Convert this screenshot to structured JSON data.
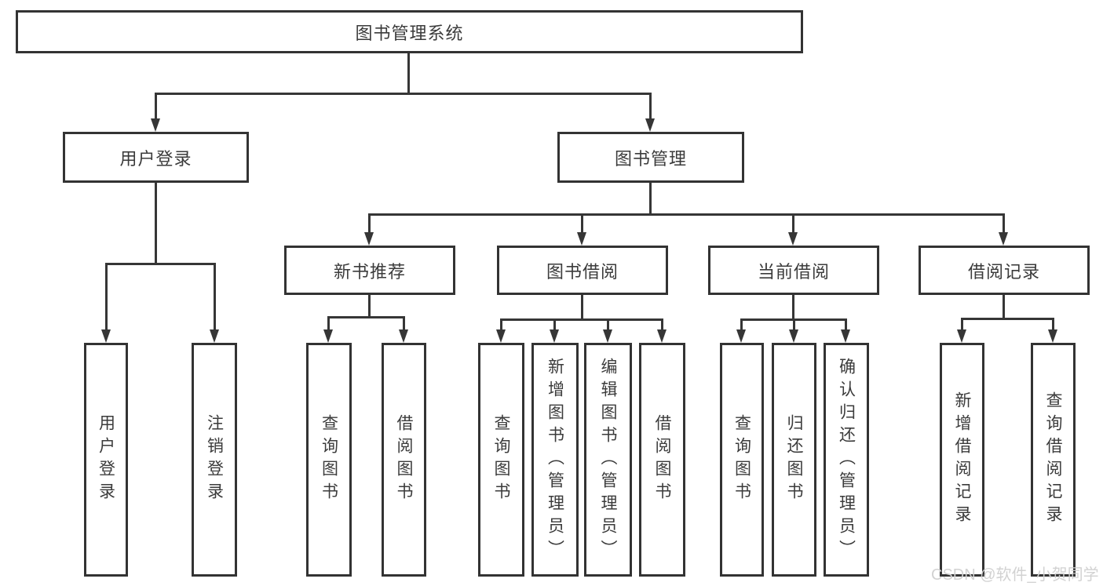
{
  "diagram": {
    "nodes": {
      "root": "图书管理系统",
      "user_login": "用户登录",
      "book_mgmt": "图书管理",
      "new_book_rec": "新书推荐",
      "book_borrow": "图书借阅",
      "current_borrow": "当前借阅",
      "borrow_records": "借阅记录"
    },
    "leaves": {
      "user_login": [
        "用户登录",
        "注销登录"
      ],
      "new_book_rec": [
        "查询图书",
        "借阅图书"
      ],
      "book_borrow": [
        "查询图书",
        "新增图书（管理员）",
        "编辑图书（管理员）",
        "借阅图书"
      ],
      "current_borrow": [
        "查询图书",
        "归还图书",
        "确认归还（管理员）"
      ],
      "borrow_records": [
        "新增借阅记录",
        "查询借阅记录"
      ]
    },
    "colors": {
      "line": "#363636",
      "text": "#3b3b3b",
      "background": "#ffffff",
      "watermark": "#d0d0d0"
    }
  },
  "watermark": "CSDN @软件_小贺同学"
}
